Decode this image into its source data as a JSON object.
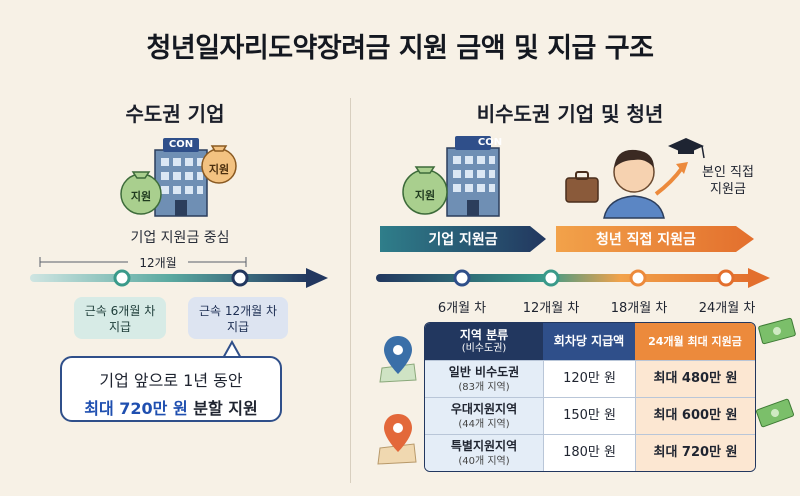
{
  "title": "청년일자리도약장려금 지원 금액 및 지급 구조",
  "left": {
    "heading": "수도권 기업",
    "building_label": "CON",
    "bag1_label": "지원",
    "bag2_label": "지원",
    "focus_label": "기업 지원금 중심",
    "duration_label": "12개월",
    "box1": [
      "근속 6개월 차",
      "지급"
    ],
    "box2": [
      "근속 12개월 차",
      "지급"
    ],
    "callout_line1": "기업 앞으로 1년 동안",
    "callout_line2_highlight": "최대 720만 원",
    "callout_line2_rest": " 분할 지원"
  },
  "right": {
    "heading": "비수도권 기업 및 청년",
    "building_label": "CON",
    "bag_label": "지원",
    "direct_label_line1": "본인 직접",
    "direct_label_line2": "지원금",
    "arrow1_label": "기업 지원금",
    "arrow2_label": "청년 직접 지원금",
    "timeline": [
      "6개월 차",
      "12개월 차",
      "18개월 차",
      "24개월 차"
    ],
    "table": {
      "headers": [
        "지역 분류",
        "회차당 지급액",
        "24개월 최대 지원금"
      ],
      "header_sub": "(비수도권)",
      "rows": [
        {
          "region": "일반 비수도권",
          "sub": "(83개 지역)",
          "amount": "120만 원",
          "max": "최대 480만 원"
        },
        {
          "region": "우대지원지역",
          "sub": "(44개 지역)",
          "amount": "150만 원",
          "max": "최대 600만 원"
        },
        {
          "region": "특별지원지역",
          "sub": "(40개 지역)",
          "amount": "180만 원",
          "max": "최대 720만 원"
        }
      ]
    }
  },
  "colors": {
    "navy": "#22375f",
    "teal": "#3a9a8a",
    "orange": "#ec8a3c",
    "callout_blue": "#1f4fb0",
    "bag_green": "#a9cf8e",
    "bag_orange": "#f3c281"
  }
}
